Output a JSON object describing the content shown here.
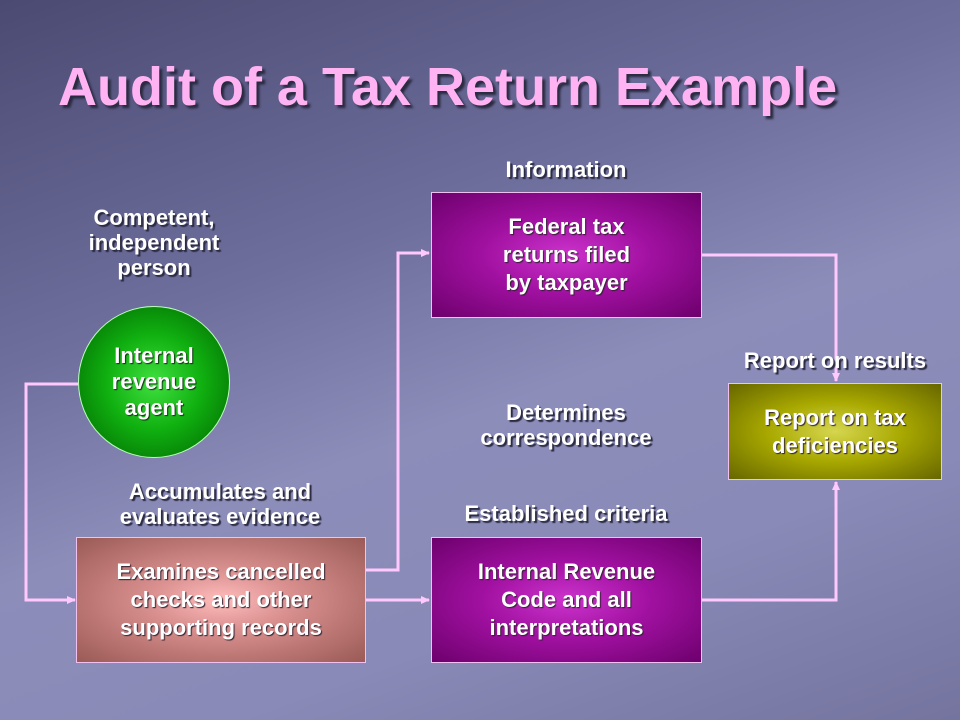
{
  "slide": {
    "title": "Audit of a Tax Return Example"
  },
  "labels": {
    "competent": "Competent,\nindependent\nperson",
    "information": "Information",
    "report_on_results": "Report on results",
    "determines": "Determines\ncorrespondence",
    "accumulates": "Accumulates and\nevaluates evidence",
    "established": "Established criteria"
  },
  "nodes": {
    "agent": "Internal\nrevenue\nagent",
    "federal": "Federal tax\nreturns filed\nby taxpayer",
    "examines": "Examines cancelled\nchecks and other\nsupporting records",
    "irc": "Internal Revenue\nCode and all\ninterpretations",
    "report": "Report on tax\ndeficiencies"
  },
  "colors": {
    "title": "#ffb3f2",
    "purple_box": "#a010a0",
    "brown_box": "#d9908f",
    "olive_box": "#a8a800",
    "green_circle": "#10b010",
    "connector": "#ffc8ff"
  }
}
